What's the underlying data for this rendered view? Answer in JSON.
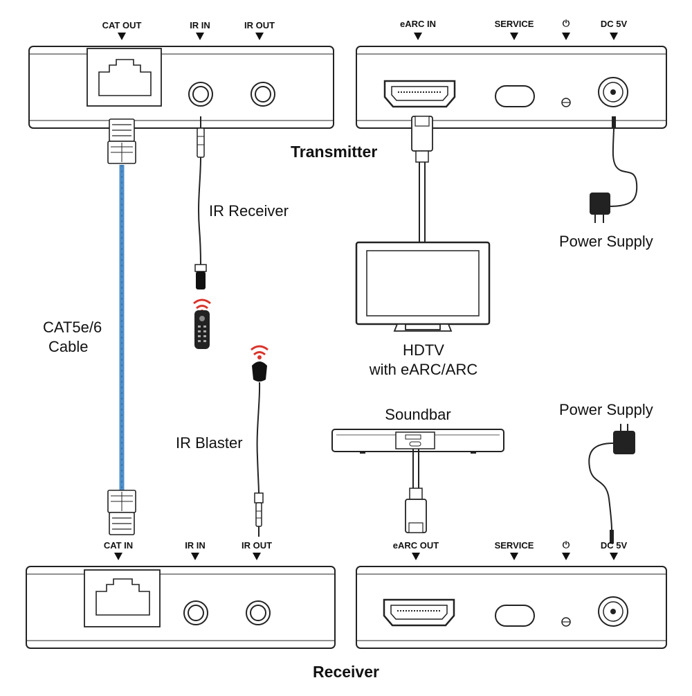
{
  "transmitter": {
    "title": "Transmitter",
    "left_ports": [
      "CAT OUT",
      "IR IN",
      "IR OUT"
    ],
    "right_ports": [
      "eARC IN",
      "SERVICE",
      "⏻",
      "DC 5V"
    ]
  },
  "receiver": {
    "title": "Receiver",
    "left_ports": [
      "CAT IN",
      "IR IN",
      "IR OUT"
    ],
    "right_ports": [
      "eARC OUT",
      "SERVICE",
      "⏻",
      "DC 5V"
    ]
  },
  "devices": {
    "ir_receiver": "IR Receiver",
    "ir_blaster": "IR Blaster",
    "cable_line1": "CAT5e/6",
    "cable_line2": "Cable",
    "hdtv_line1": "HDTV",
    "hdtv_line2": "with eARC/ARC",
    "soundbar": "Soundbar",
    "power_supply_top": "Power Supply",
    "power_supply_bottom": "Power Supply"
  },
  "colors": {
    "cat_cable": "#4f8fc9",
    "ir_signal": "#d9342b",
    "box_fill": "#ffffff",
    "outline": "#222222"
  }
}
